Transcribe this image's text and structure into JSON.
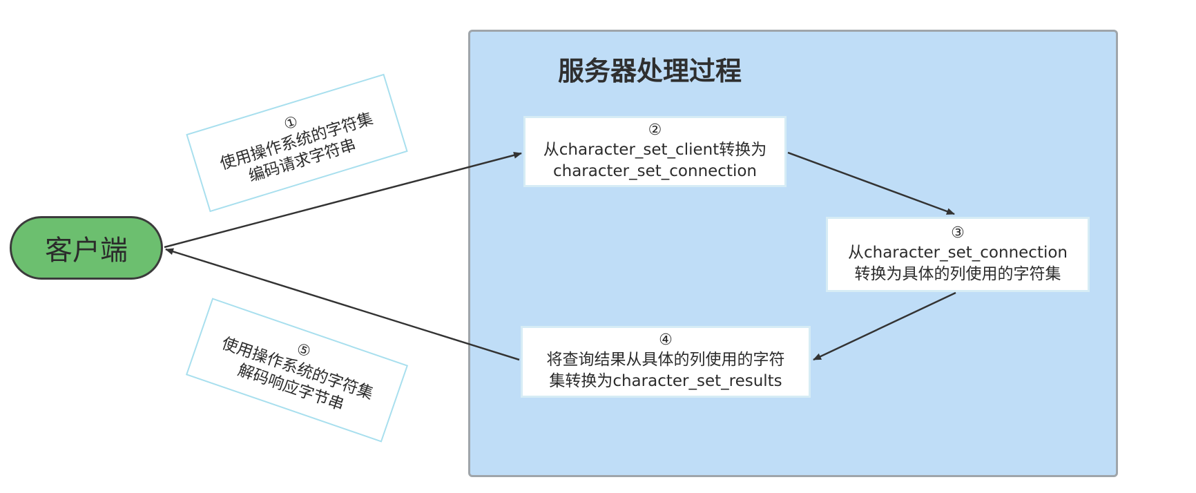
{
  "server": {
    "title": "服务器处理过程"
  },
  "client": {
    "label": "客户端"
  },
  "steps": {
    "step1": {
      "number": "①",
      "line1": "使用操作系统的字符集",
      "line2": "编码请求字符串"
    },
    "step2": {
      "number": "②",
      "line1": "从character_set_client转换为",
      "line2": "character_set_connection"
    },
    "step3": {
      "number": "③",
      "line1": "从character_set_connection",
      "line2": "转换为具体的列使用的字符集"
    },
    "step4": {
      "number": "④",
      "line1": "将查询结果从具体的列使用的字符",
      "line2": "集转换为character_set_results"
    },
    "step5": {
      "number": "⑤",
      "line1": "使用操作系统的字符集",
      "line2": "解码响应字节串"
    }
  },
  "colors": {
    "server_fill": "#bfddf7",
    "client_fill": "#6cbf6f",
    "arrow": "#333333"
  }
}
